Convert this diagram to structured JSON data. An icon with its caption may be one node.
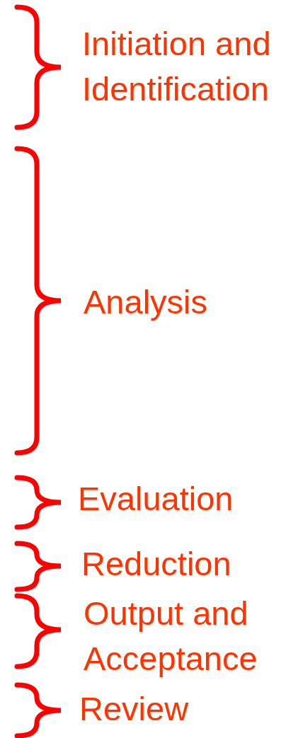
{
  "diagram": {
    "labels": [
      "Initiation and Identification",
      "Analysis",
      "Evaluation",
      "Reduction",
      "Output and Acceptance",
      "Review"
    ]
  }
}
